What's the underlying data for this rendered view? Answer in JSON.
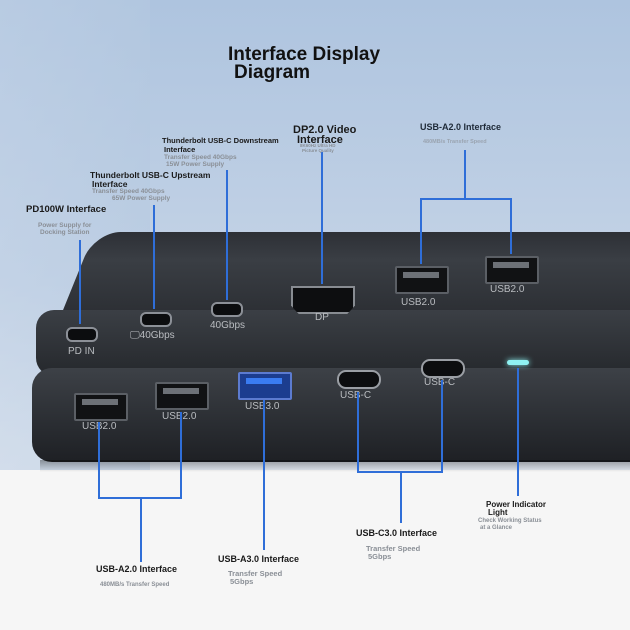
{
  "title": {
    "line1": "Interface Display",
    "line2": "Diagram"
  },
  "callouts": {
    "pd100w": {
      "label": "PD100W Interface",
      "sub1": "Power Supply for",
      "sub2": "Docking Station"
    },
    "tb_up": {
      "label1": "Thunderbolt USB-C Upstream",
      "label2": "Interface",
      "sub1": "Transfer Speed 40Gbps",
      "sub2": "65W Power Supply"
    },
    "tb_down": {
      "label1": "Thunderbolt USB-C Downstream",
      "label2": "Interface",
      "sub1": "Transfer Speed 40Gbps",
      "sub2": "15W Power Supply"
    },
    "dp": {
      "label1": "DP2.0 Video",
      "label2": "Interface",
      "sub1": "8K60Hz Ultra HD",
      "sub2": "Picture Quality"
    },
    "usba2_top": {
      "label": "USB-A2.0 Interface",
      "sub": "480MB/s Transfer Speed"
    },
    "usba2_bot": {
      "label": "USB-A2.0 Interface",
      "sub": "480MB/s Transfer Speed"
    },
    "usba3": {
      "label": "USB-A3.0 Interface",
      "sub1": "Transfer Speed",
      "sub2": "5Gbps"
    },
    "usbc3": {
      "label": "USB-C3.0 Interface",
      "sub1": "Transfer Speed",
      "sub2": "5Gbps"
    },
    "power": {
      "label1": "Power Indicator",
      "label2": "Light",
      "sub1": "Check Working Status",
      "sub2": "at a Glance"
    }
  },
  "ports": {
    "pd_in": "PD IN",
    "tb40_up": "40Gbps",
    "tb40_down": "40Gbps",
    "dp": "DP",
    "usb2_a": "USB2.0",
    "usb2_b": "USB2.0",
    "usb2_c": "USB2.0",
    "usb2_d": "USB2.0",
    "usb3": "USB3.0",
    "usbc_a": "USB-C",
    "usbc_b": "USB-C"
  },
  "colors": {
    "leader_line": "#2f6ed8",
    "usb3_port": "#3a7cf2",
    "led": "#8ff2f2"
  }
}
